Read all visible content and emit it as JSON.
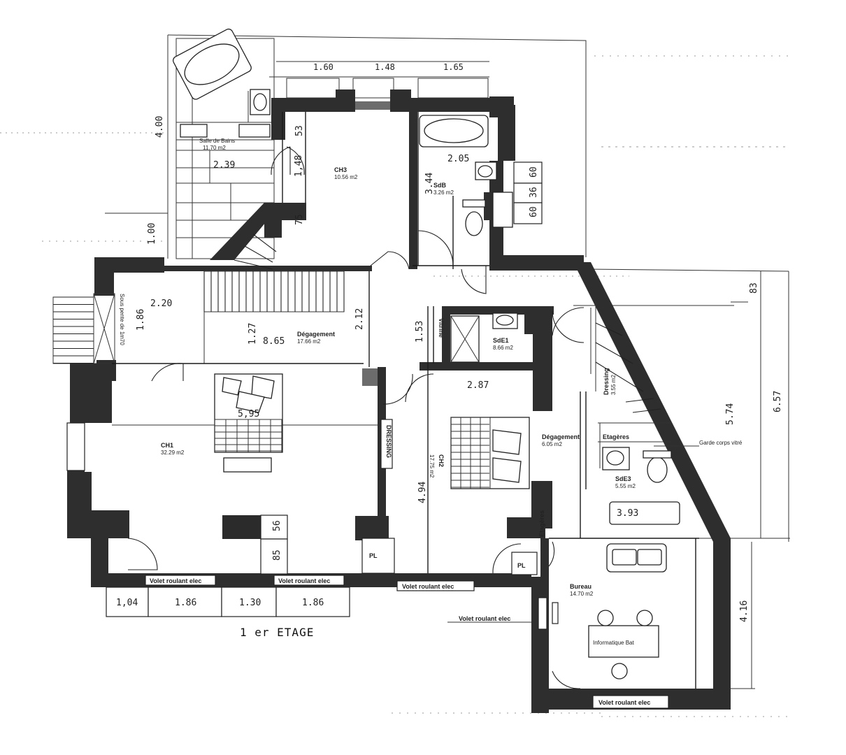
{
  "plan": {
    "title": "1 er ETAGE",
    "rooms": {
      "ch3": {
        "name": "CH3",
        "area": "10.56 m2"
      },
      "ch1": {
        "name": "CH1",
        "area": "32.29 m2"
      },
      "ch2": {
        "name": "CH2",
        "area": "17.75 m2"
      },
      "sde1": {
        "name": "SdE1",
        "area": "8.66 m2"
      },
      "sde3": {
        "name": "SdE3",
        "area": "5.55 m2"
      },
      "sdb": {
        "name": "SdB",
        "area": "3.26 m2"
      },
      "degagement1": {
        "name": "Dégagement",
        "area": "17.66 m2"
      },
      "degagement2": {
        "name": "Dégagement",
        "area": "6.05 m2"
      },
      "dressing": {
        "name": "Dressing",
        "area": "3.55 m2"
      },
      "bureau": {
        "name": "Bureau",
        "area": "14.70 m2"
      },
      "salle_de_bains": {
        "name": "Salle de Bains",
        "area": "11.70 m2"
      }
    },
    "labels": {
      "vitrine": "Vitrine",
      "etageres": "Etagères",
      "etageres2": "Etagères",
      "dressing_tag": "DRESSING",
      "placard1": "PL",
      "placard2": "PL",
      "desk": "Informatique Bat",
      "sous_pente": "Sous pente de 1m70",
      "garde_corps": "Garde corps vitré",
      "volet1": "Volet roulant elec",
      "volet2": "Volet roulant elec",
      "volet3": "Volet roulant elec",
      "volet4": "Volet roulant elec",
      "volet5": "Volet roulant elec"
    },
    "dimensions": {
      "d_1_60": "1.60",
      "d_1_48": "1.48",
      "d_1_65": "1.65",
      "d_4_00": "4.00",
      "d_1_00": "1.00",
      "d_2_39": "2.39",
      "d_53": "53",
      "d_1_48b": "1,48",
      "d_75": "75",
      "d_3_44": "3.44",
      "d_2_05": "2.05",
      "d_60a": "60",
      "d_36": "36",
      "d_60b": "60",
      "d_83": "83",
      "d_2_20": "2.20",
      "d_1_86v": "1.86",
      "d_1_27": "1.27",
      "d_8_65": "8.65",
      "d_2_12": "2.12",
      "d_1_53": "1.53",
      "d_2_87": "2.87",
      "d_5_95": "5,95",
      "d_4_94": "4.94",
      "d_5_74": "5.74",
      "d_6_57": "6.57",
      "d_3_93": "3.93",
      "d_56": "56",
      "d_85": "85",
      "d_4_16": "4.16",
      "bottom_1_04": "1,04",
      "bottom_1_86a": "1.86",
      "bottom_1_30": "1.30",
      "bottom_1_86b": "1.86"
    }
  }
}
